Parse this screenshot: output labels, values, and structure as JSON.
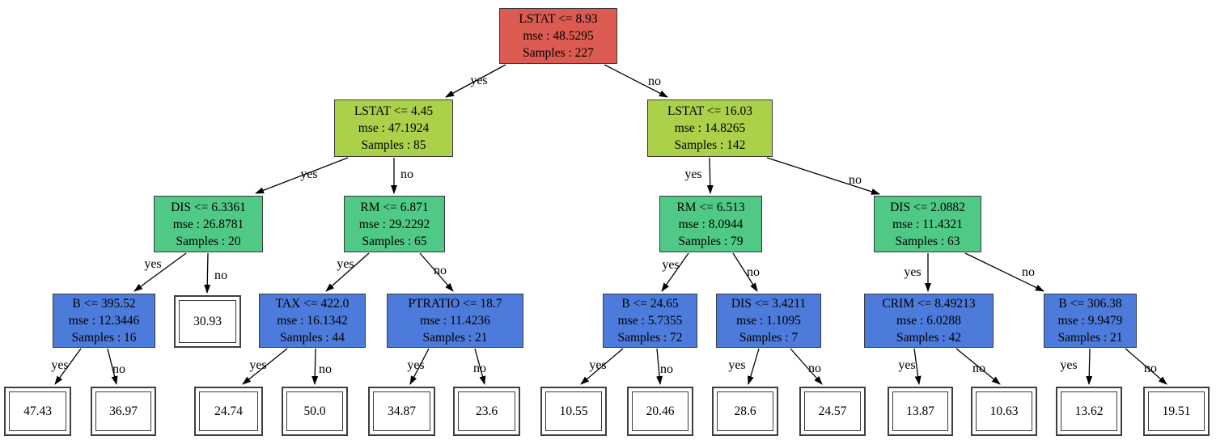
{
  "diagram": {
    "type": "decision-tree-regression",
    "dataset_features": [
      "LSTAT",
      "DIS",
      "RM",
      "B",
      "TAX",
      "PTRATIO",
      "CRIM"
    ]
  },
  "labels": {
    "yes": "yes",
    "no": "no"
  },
  "colors": {
    "depth0": "#DB5A51",
    "depth1": "#ABD14A",
    "depth2": "#50C987",
    "depth3": "#4C7BDB",
    "leaf": "#FFFFFF",
    "border": "#3A3A3A",
    "edge": "#000000"
  },
  "internal_nodes": [
    {
      "condition": "LSTAT <= 8.93",
      "mse_line": "mse : 48.5295",
      "samples_line": "Samples : 227"
    },
    {
      "condition": "LSTAT <= 4.45",
      "mse_line": "mse : 47.1924",
      "samples_line": "Samples : 85"
    },
    {
      "condition": "LSTAT <= 16.03",
      "mse_line": "mse : 14.8265",
      "samples_line": "Samples : 142"
    },
    {
      "condition": "DIS <= 6.3361",
      "mse_line": "mse : 26.8781",
      "samples_line": "Samples : 20"
    },
    {
      "condition": "RM <= 6.871",
      "mse_line": "mse : 29.2292",
      "samples_line": "Samples : 65"
    },
    {
      "condition": "RM <= 6.513",
      "mse_line": "mse : 8.0944",
      "samples_line": "Samples : 79"
    },
    {
      "condition": "DIS <= 2.0882",
      "mse_line": "mse : 11.4321",
      "samples_line": "Samples : 63"
    },
    {
      "condition": "B <= 395.52",
      "mse_line": "mse : 12.3446",
      "samples_line": "Samples : 16"
    },
    {
      "condition": "TAX <= 422.0",
      "mse_line": "mse : 16.1342",
      "samples_line": "Samples : 44"
    },
    {
      "condition": "PTRATIO <= 18.7",
      "mse_line": "mse : 11.4236",
      "samples_line": "Samples : 21"
    },
    {
      "condition": "B <= 24.65",
      "mse_line": "mse : 5.7355",
      "samples_line": "Samples : 72"
    },
    {
      "condition": "DIS <= 3.4211",
      "mse_line": "mse : 1.1095",
      "samples_line": "Samples : 7"
    },
    {
      "condition": "CRIM <= 8.49213",
      "mse_line": "mse : 6.0288",
      "samples_line": "Samples : 42"
    },
    {
      "condition": "B <= 306.38",
      "mse_line": "mse : 9.9479",
      "samples_line": "Samples : 21"
    }
  ],
  "leaf_nodes": [
    {
      "value": "30.93"
    },
    {
      "value": "47.43"
    },
    {
      "value": "36.97"
    },
    {
      "value": "24.74"
    },
    {
      "value": "50.0"
    },
    {
      "value": "34.87"
    },
    {
      "value": "23.6"
    },
    {
      "value": "10.55"
    },
    {
      "value": "20.46"
    },
    {
      "value": "28.6"
    },
    {
      "value": "24.57"
    },
    {
      "value": "13.87"
    },
    {
      "value": "10.63"
    },
    {
      "value": "13.62"
    },
    {
      "value": "19.51"
    }
  ],
  "edges": [
    {
      "from": "LSTAT <= 8.93",
      "to": "LSTAT <= 4.45",
      "label": "yes"
    },
    {
      "from": "LSTAT <= 8.93",
      "to": "LSTAT <= 16.03",
      "label": "no"
    },
    {
      "from": "LSTAT <= 4.45",
      "to": "DIS <= 6.3361",
      "label": "yes"
    },
    {
      "from": "LSTAT <= 4.45",
      "to": "RM <= 6.871",
      "label": "no"
    },
    {
      "from": "LSTAT <= 16.03",
      "to": "RM <= 6.513",
      "label": "yes"
    },
    {
      "from": "LSTAT <= 16.03",
      "to": "DIS <= 2.0882",
      "label": "no"
    },
    {
      "from": "DIS <= 6.3361",
      "to": "B <= 395.52",
      "label": "yes"
    },
    {
      "from": "DIS <= 6.3361",
      "to": "30.93",
      "label": "no"
    },
    {
      "from": "RM <= 6.871",
      "to": "TAX <= 422.0",
      "label": "yes"
    },
    {
      "from": "RM <= 6.871",
      "to": "PTRATIO <= 18.7",
      "label": "no"
    },
    {
      "from": "RM <= 6.513",
      "to": "B <= 24.65",
      "label": "yes"
    },
    {
      "from": "RM <= 6.513",
      "to": "DIS <= 3.4211",
      "label": "no"
    },
    {
      "from": "DIS <= 2.0882",
      "to": "CRIM <= 8.49213",
      "label": "yes"
    },
    {
      "from": "DIS <= 2.0882",
      "to": "B <= 306.38",
      "label": "no"
    },
    {
      "from": "B <= 395.52",
      "to": "47.43",
      "label": "yes"
    },
    {
      "from": "B <= 395.52",
      "to": "36.97",
      "label": "no"
    },
    {
      "from": "TAX <= 422.0",
      "to": "24.74",
      "label": "yes"
    },
    {
      "from": "TAX <= 422.0",
      "to": "50.0",
      "label": "no"
    },
    {
      "from": "PTRATIO <= 18.7",
      "to": "34.87",
      "label": "yes"
    },
    {
      "from": "PTRATIO <= 18.7",
      "to": "23.6",
      "label": "no"
    },
    {
      "from": "B <= 24.65",
      "to": "10.55",
      "label": "yes"
    },
    {
      "from": "B <= 24.65",
      "to": "20.46",
      "label": "no"
    },
    {
      "from": "DIS <= 3.4211",
      "to": "28.6",
      "label": "yes"
    },
    {
      "from": "DIS <= 3.4211",
      "to": "24.57",
      "label": "no"
    },
    {
      "from": "CRIM <= 8.49213",
      "to": "13.87",
      "label": "yes"
    },
    {
      "from": "CRIM <= 8.49213",
      "to": "10.63",
      "label": "no"
    },
    {
      "from": "B <= 306.38",
      "to": "13.62",
      "label": "yes"
    },
    {
      "from": "B <= 306.38",
      "to": "19.51",
      "label": "no"
    }
  ]
}
